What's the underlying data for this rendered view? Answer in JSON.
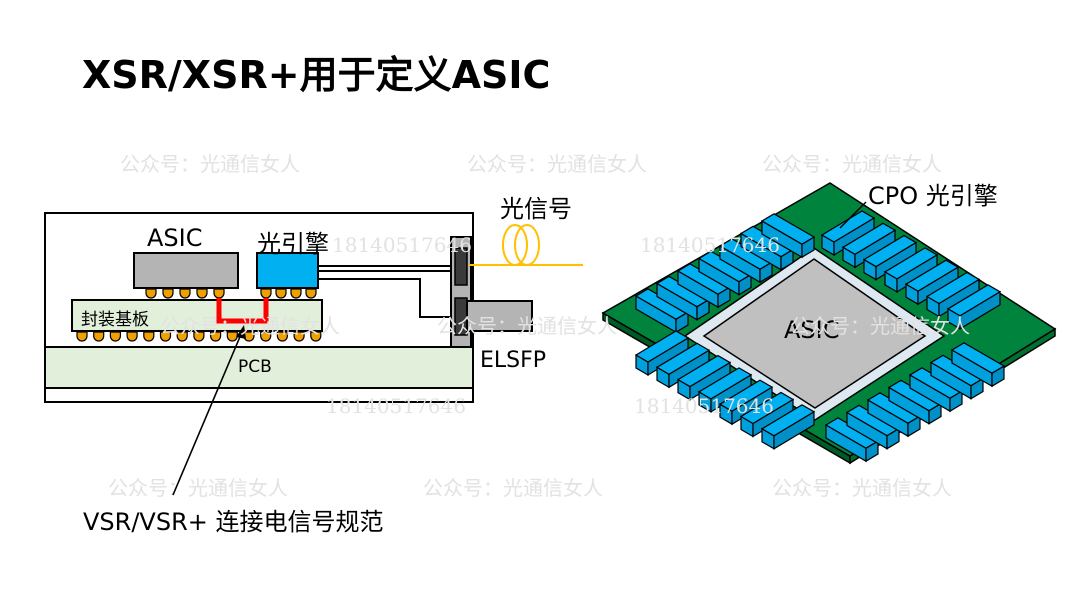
{
  "title": "XSR/XSR+用于定义ASIC",
  "watermarks": {
    "account": "公众号：光通信女人",
    "phone": "18140517646"
  },
  "left_diagram": {
    "asic_label": "ASIC",
    "optical_engine_label": "光引擎",
    "substrate_label": "封装基板",
    "pcb_label": "PCB",
    "optical_signal_label": "光信号",
    "elsfp_label": "ELSFP",
    "callout_label": "VSR/VSR+ 连接电信号规范"
  },
  "right_diagram": {
    "asic_label": "ASIC",
    "cpo_label": "CPO 光引擎"
  },
  "colors": {
    "asic_gray": "#b4b4b4",
    "optical_engine_blue": "#00b0f0",
    "substrate_green": "#e2efda",
    "solder_orange": "#f0a000",
    "signal_red": "#ff0000",
    "fiber_yellow": "#ffc000",
    "board_green": "#00843d",
    "connector_dark": "#3a3a3a"
  }
}
